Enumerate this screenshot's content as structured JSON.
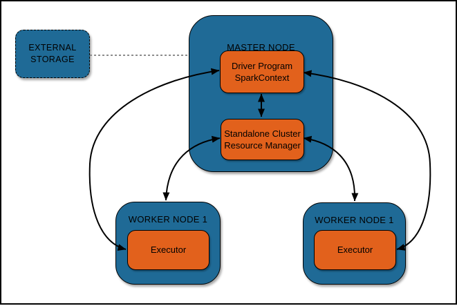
{
  "diagram": {
    "external_storage": {
      "line1": "EXTERNAL",
      "line2": "STORAGE"
    },
    "master_node": {
      "label": "MASTER NODE",
      "driver": {
        "line1": "Driver Program",
        "line2": "SparkContext"
      },
      "manager": {
        "line1": "Standalone Cluster",
        "line2": "Resource Manager"
      }
    },
    "workers": [
      {
        "label": "WORKER NODE 1",
        "executor_label": "Executor"
      },
      {
        "label": "WORKER NODE 1",
        "executor_label": "Executor"
      }
    ],
    "colors": {
      "node_blue": "#1F6A96",
      "box_orange": "#E2611C",
      "arrow_black": "#000000",
      "connector_gray": "#8C8C8C",
      "text_black": "#000000"
    }
  }
}
